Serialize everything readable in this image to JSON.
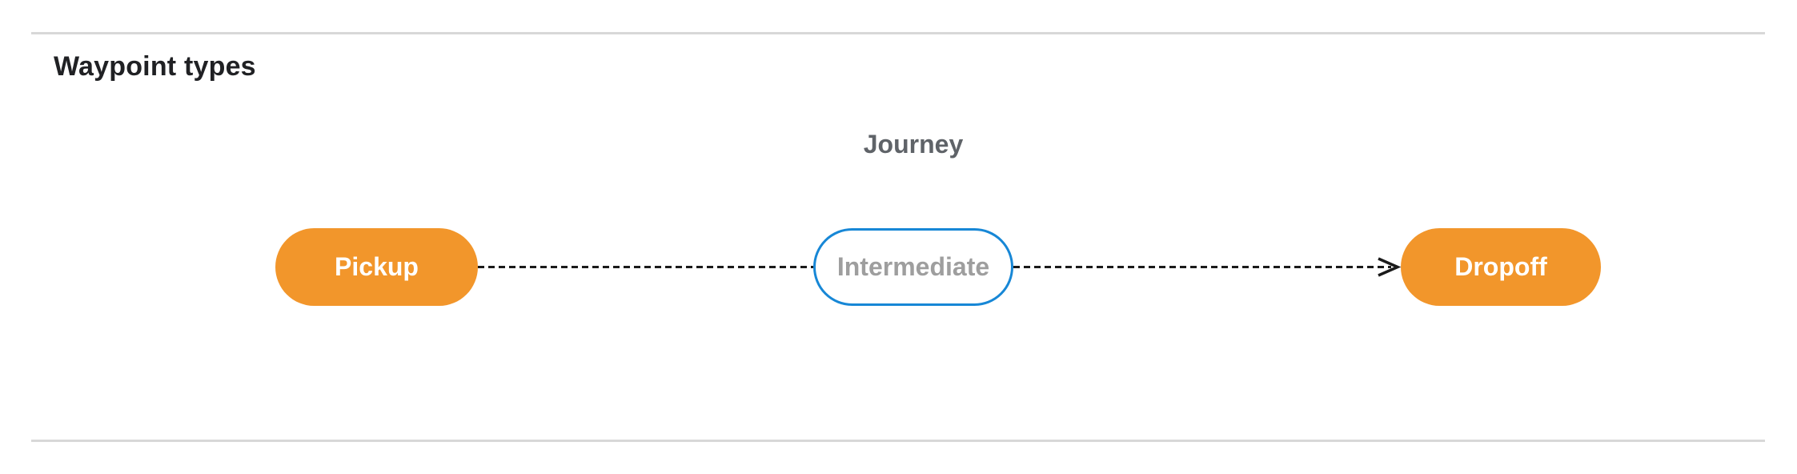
{
  "section": {
    "heading": "Waypoint types"
  },
  "diagram": {
    "caption": "Journey",
    "nodes": [
      {
        "id": "pickup",
        "label": "Pickup",
        "kind": "terminal"
      },
      {
        "id": "intermediate",
        "label": "Intermediate",
        "kind": "optional"
      },
      {
        "id": "dropoff",
        "label": "Dropoff",
        "kind": "terminal"
      }
    ],
    "edges": [
      {
        "from": "pickup",
        "to": "intermediate",
        "style": "dashed",
        "arrowhead": false
      },
      {
        "from": "intermediate",
        "to": "dropoff",
        "style": "dashed",
        "arrowhead": true
      }
    ],
    "colors": {
      "terminal_fill": "#F2962B",
      "terminal_text": "#FFFFFF",
      "optional_border": "#1787D6",
      "optional_fill": "#FFFFFF",
      "optional_text": "#9E9E9E",
      "edge": "#1A1A1A",
      "caption_text": "#5F6368",
      "heading_text": "#202124",
      "divider": "#D8D8D8"
    }
  }
}
